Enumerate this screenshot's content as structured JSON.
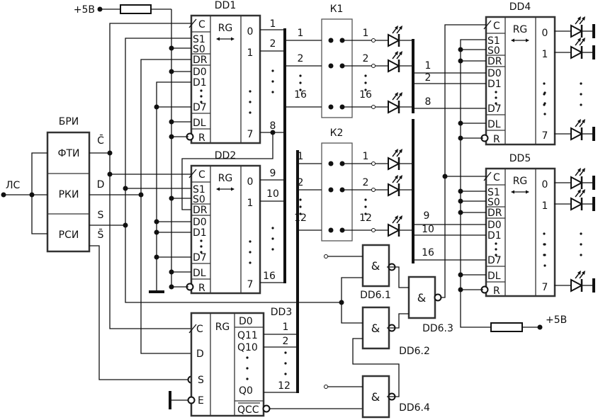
{
  "supply": {
    "top": "+5В",
    "bottom": "+5В"
  },
  "input": {
    "label": "ЛС"
  },
  "bri": {
    "title": "БРИ",
    "blocks": [
      "ФТИ",
      "РКИ",
      "РСИ"
    ],
    "outputs": [
      "C̄",
      "D",
      "S",
      "S̄"
    ]
  },
  "registers": {
    "dd1": {
      "title": "DD1",
      "type": "RG",
      "inputs": [
        "C",
        "S1",
        "S0",
        "DR",
        "D0",
        "D1",
        "D7",
        "DL",
        "R"
      ],
      "outputs": [
        "0",
        "1",
        "7"
      ],
      "lines": [
        "1",
        "2",
        "8"
      ]
    },
    "dd2": {
      "title": "DD2",
      "type": "RG",
      "inputs": [
        "C",
        "S1",
        "S0",
        "DR",
        "D0",
        "D1",
        "D7",
        "DL",
        "R"
      ],
      "outputs": [
        "0",
        "1",
        "7"
      ],
      "lines": [
        "9",
        "10",
        "16"
      ]
    },
    "dd4": {
      "title": "DD4",
      "type": "RG",
      "inputs": [
        "C",
        "S1",
        "S0",
        "DR",
        "D0",
        "D1",
        "D7",
        "DL",
        "R"
      ],
      "outputs": [
        "0",
        "1",
        "7"
      ],
      "lines": [
        "1",
        "2",
        "8"
      ]
    },
    "dd5": {
      "title": "DD5",
      "type": "RG",
      "inputs": [
        "C",
        "S1",
        "S0",
        "DR",
        "D0",
        "D1",
        "D7",
        "DL",
        "R"
      ],
      "outputs": [
        "0",
        "1",
        "7"
      ],
      "lines": [
        "9",
        "10",
        "16"
      ]
    }
  },
  "dd3": {
    "title": "DD3",
    "type": "RG",
    "inputs": [
      "C",
      "D",
      "S",
      "E"
    ],
    "outputs": [
      "D0",
      "Q11",
      "Q10",
      "Q0",
      "QCC"
    ],
    "lines": [
      "1",
      "2",
      "12"
    ]
  },
  "k1": {
    "title": "К1",
    "in": [
      "1",
      "2",
      "16"
    ],
    "out": [
      "1",
      "2",
      "16"
    ]
  },
  "k2": {
    "title": "К2",
    "in": [
      "1",
      "2",
      "12"
    ],
    "out": [
      "1",
      "2",
      "12"
    ]
  },
  "gates": [
    {
      "title": "DD6.1",
      "symbol": "&"
    },
    {
      "title": "DD6.2",
      "symbol": "&"
    },
    {
      "title": "DD6.3",
      "symbol": "&"
    },
    {
      "title": "DD6.4",
      "symbol": "&"
    }
  ]
}
